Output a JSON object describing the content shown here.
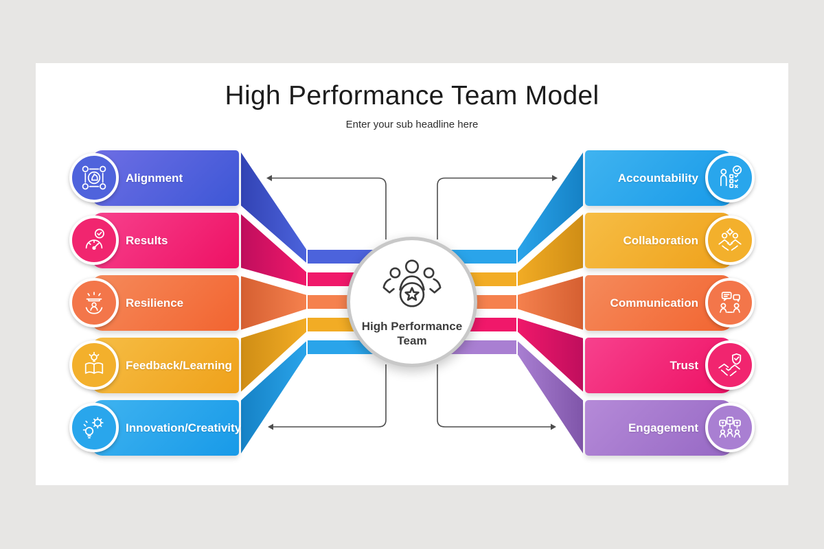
{
  "page": {
    "background_color": "#e7e6e4",
    "slide_color": "#ffffff"
  },
  "header": {
    "title": "High Performance Team Model",
    "subtitle": "Enter your sub headline here"
  },
  "center_circle": {
    "label": "High Performance Team",
    "icon": "team-star-icon",
    "ring_color": "#c8c8c8"
  },
  "left_items": [
    {
      "label": "Alignment",
      "icon": "alignment-icon",
      "colors": {
        "bar_from": "#6e6ee4",
        "bar_to": "#3d57d6",
        "badge": "#4f63dc",
        "ribbon": "#4c63dc",
        "fold": "#3243b4"
      }
    },
    {
      "label": "Results",
      "icon": "results-gauge-icon",
      "colors": {
        "bar_from": "#f7418d",
        "bar_to": "#ee1164",
        "badge": "#f1256f",
        "ribbon": "#f0186a",
        "fold": "#bf0e5d"
      }
    },
    {
      "label": "Resilience",
      "icon": "resilience-support-icon",
      "colors": {
        "bar_from": "#f58a5b",
        "bar_to": "#f26430",
        "badge": "#f3764a",
        "ribbon": "#f5814e",
        "fold": "#d55f31"
      }
    },
    {
      "label": "Feedback/Learning",
      "icon": "feedback-learning-icon",
      "colors": {
        "bar_from": "#f6bd45",
        "bar_to": "#efa11a",
        "badge": "#f3b02c",
        "ribbon": "#f2ac25",
        "fold": "#cf8d15"
      }
    },
    {
      "label": "Innovation/Creativity",
      "icon": "innovation-creativity-icon",
      "colors": {
        "bar_from": "#3fb3f0",
        "bar_to": "#189ae8",
        "badge": "#29a6ec",
        "ribbon": "#2aa4ea",
        "fold": "#1581c5"
      }
    }
  ],
  "right_items": [
    {
      "label": "Accountability",
      "icon": "accountability-icon",
      "colors": {
        "bar_from": "#3fb3f0",
        "bar_to": "#189ae8",
        "badge": "#29a6ec",
        "ribbon": "#2aa4ea",
        "fold": "#1581c5"
      }
    },
    {
      "label": "Collaboration",
      "icon": "collaboration-icon",
      "colors": {
        "bar_from": "#f6bd45",
        "bar_to": "#efa11a",
        "badge": "#f3b02c",
        "ribbon": "#f2ac25",
        "fold": "#cf8d15"
      }
    },
    {
      "label": "Communication",
      "icon": "communication-icon",
      "colors": {
        "bar_from": "#f58a5b",
        "bar_to": "#f26430",
        "badge": "#f3764a",
        "ribbon": "#f5814e",
        "fold": "#d55f31"
      }
    },
    {
      "label": "Trust",
      "icon": "trust-handshake-icon",
      "colors": {
        "bar_from": "#f7418d",
        "bar_to": "#ee1164",
        "badge": "#f1256f",
        "ribbon": "#f0186a",
        "fold": "#bf0e5d"
      }
    },
    {
      "label": "Engagement",
      "icon": "engagement-icon",
      "colors": {
        "bar_from": "#b58ad8",
        "bar_to": "#9668c4",
        "badge": "#a97fd2",
        "ribbon": "#a97fd2",
        "fold": "#7f55a9"
      }
    }
  ],
  "connectors": {
    "color": "#4d4d4d"
  }
}
